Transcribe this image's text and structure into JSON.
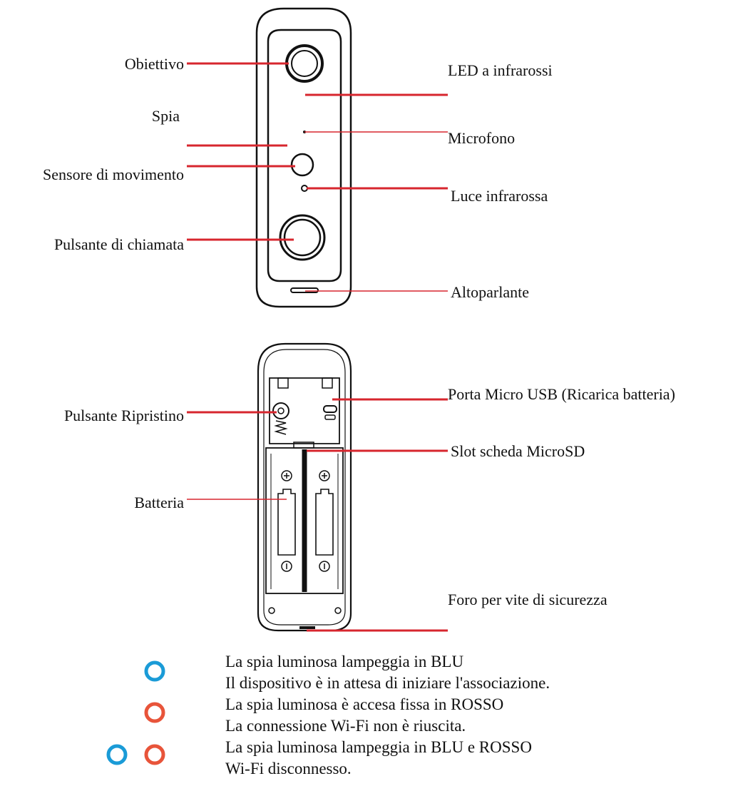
{
  "front_labels": {
    "obiettivo": "Obiettivo",
    "led_infrarossi": "LED a infrarossi",
    "spia": "Spia",
    "microfono": "Microfono",
    "sensore_movimento": "Sensore di movimento",
    "luce_infrarossa": "Luce infrarossa",
    "pulsante_chiamata": "Pulsante di chiamata",
    "altoparlante": "Altoparlante"
  },
  "back_labels": {
    "porta_usb": "Porta Micro USB (Ricarica batteria)",
    "pulsante_ripristino": "Pulsante Ripristino",
    "slot_microsd": "Slot scheda MicroSD",
    "batteria": "Batteria",
    "foro_vite": "Foro per vite di sicurezza"
  },
  "legend": [
    {
      "line1": "La spia luminosa lampeggia in BLU",
      "line2": "Il dispositivo è in attesa di iniziare l'associazione.",
      "indicators": [
        "blue"
      ]
    },
    {
      "line1": "La spia luminosa è accesa fissa in ROSSO",
      "line2": "La connessione Wi-Fi non è riuscita.",
      "indicators": [
        "red"
      ]
    },
    {
      "line1": "La spia luminosa lampeggia in BLU e ROSSO",
      "line2": "Wi-Fi disconnesso.",
      "indicators": [
        "blue",
        "red"
      ]
    }
  ],
  "colors": {
    "leader_line": "#d7262e",
    "outline": "#111111",
    "indicator_blue": "#1a9bd7",
    "indicator_red": "#e8543a"
  }
}
